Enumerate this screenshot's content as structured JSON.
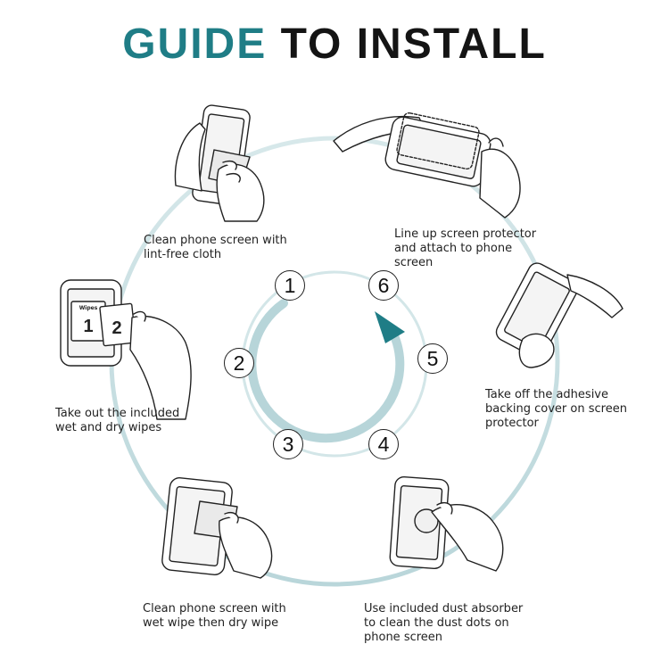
{
  "title": {
    "accent": "GUIDE",
    "rest": "TO INSTALL"
  },
  "colors": {
    "accent": "#1f7d86",
    "ring": "#c9e0e3",
    "ink": "#222222"
  },
  "steps": [
    {
      "number": "1",
      "caption": [
        "Clean phone screen with",
        "lint-free cloth"
      ]
    },
    {
      "number": "2",
      "caption": [
        "Take out the included",
        "wet and dry wipes"
      ]
    },
    {
      "number": "3",
      "caption": [
        "Clean phone screen with",
        "wet wipe then dry wipe"
      ]
    },
    {
      "number": "4",
      "caption": [
        "Use included dust absorber",
        "to clean the dust dots on",
        "phone screen"
      ]
    },
    {
      "number": "5",
      "caption": [
        "Take off the adhesive",
        "backing cover on screen",
        "protector"
      ]
    },
    {
      "number": "6",
      "caption": [
        "Line up screen protector",
        "and attach to phone",
        "screen"
      ]
    }
  ],
  "wipes": {
    "label": "Wipes",
    "first": "1",
    "second": "2"
  }
}
